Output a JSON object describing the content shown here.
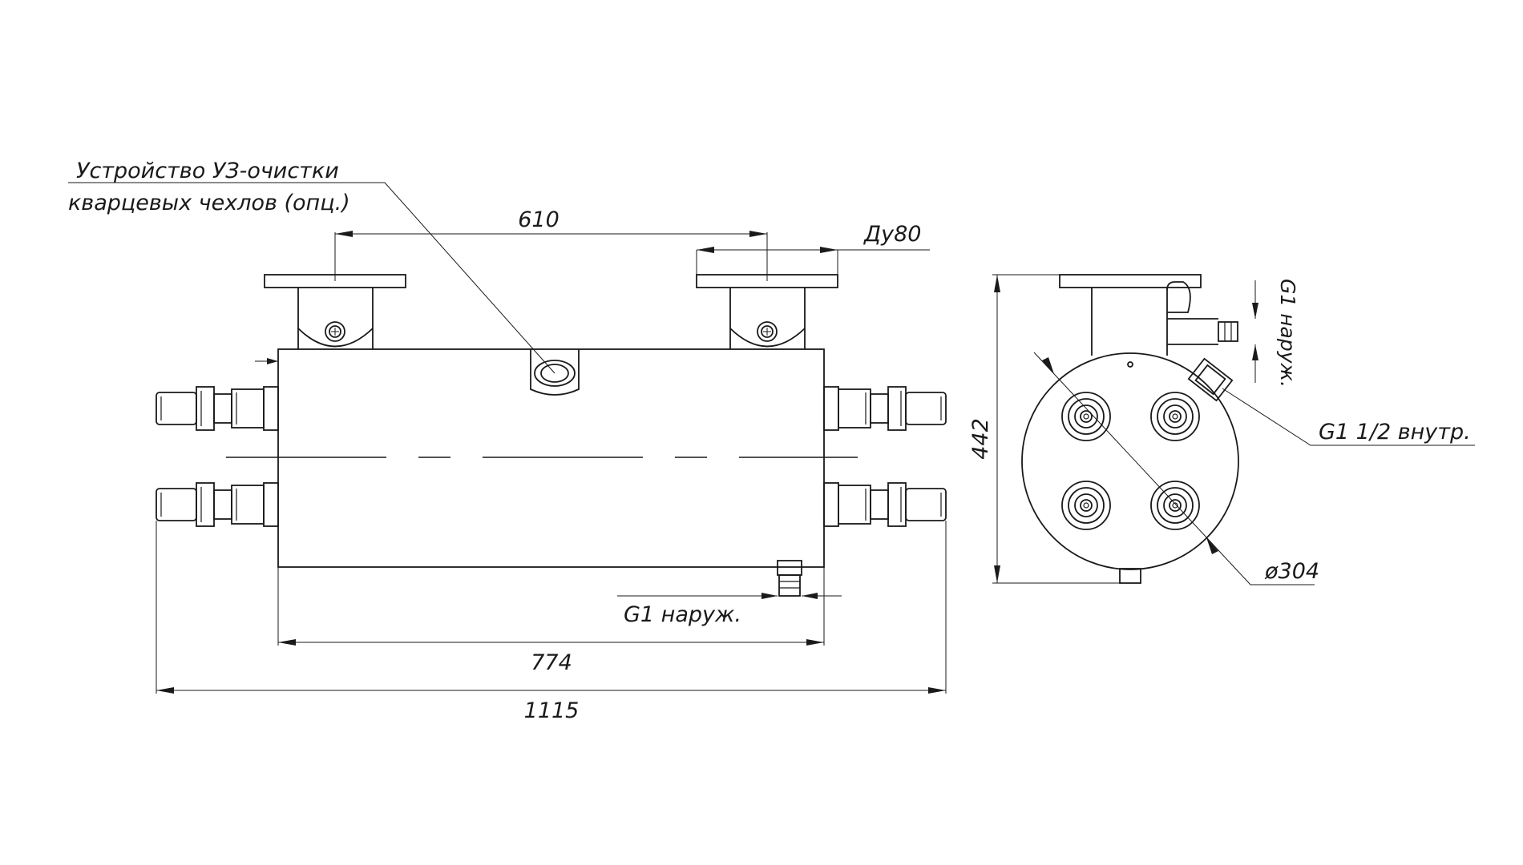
{
  "labels": {
    "ultrasonic_device_line1": "Устройство УЗ-очистки",
    "ultrasonic_device_line2": "кварцевых чехлов (опц.)",
    "flange_spacing": "610",
    "flange_nominal_size": "Ду80",
    "drain_thread": "G1 наруж.",
    "body_length": "774",
    "overall_length": "1115",
    "end_height": "442",
    "top_thread": "G1 наруж.",
    "side_thread": "G1 1/2 внутр.",
    "body_diameter": "ø304"
  }
}
